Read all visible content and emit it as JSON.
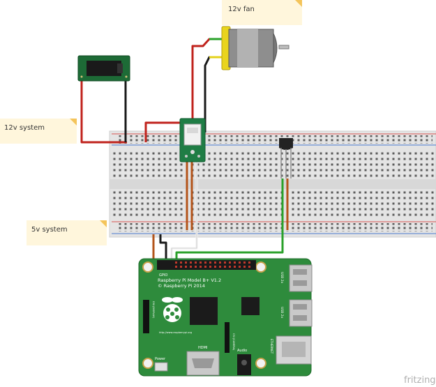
{
  "notes": {
    "fan": "12v fan",
    "system12": "12v system",
    "system5": "5v system"
  },
  "pi": {
    "model_line1": "Raspberry Pi Model B+ V1.2",
    "model_line2": "© Raspberry Pi 2014",
    "gpio_label": "GPIO",
    "url": "http://www.raspberrypi.org",
    "hdmi_label": "HDMI",
    "audio_label": "Audio",
    "power_label": "Power",
    "dsi_label": "DSI (DISPLAY)",
    "csi_label": "CSI (CAMERA)",
    "usb1_label": "USB 2x",
    "usb2_label": "USB 2x",
    "ethernet_label": "ETHERNET"
  },
  "watermark": "fritzing",
  "colors": {
    "note_fill": "#fff6dc",
    "note_corner": "#f4c45a",
    "breadboard": "#e4e4e4",
    "rail_red": "#d9534f",
    "rail_blue": "#4a7ad0",
    "pi_board": "#2e8b3c",
    "wire_red": "#c0231d",
    "wire_black": "#1a1a1a",
    "wire_orange": "#b3541a",
    "wire_green": "#2aa12a",
    "wire_white": "#f2f2f2",
    "wire_yellow": "#e4d21b",
    "fan_yellow": "#e9d41d",
    "relay_green": "#1f7d45",
    "barrel_jack": "#1d6b36"
  },
  "icons": {
    "fan": "dc-motor-icon",
    "relay": "relay-module-icon",
    "jack": "barrel-jack-icon",
    "transistor": "transistor-icon",
    "logo": "raspberry-logo-icon"
  }
}
